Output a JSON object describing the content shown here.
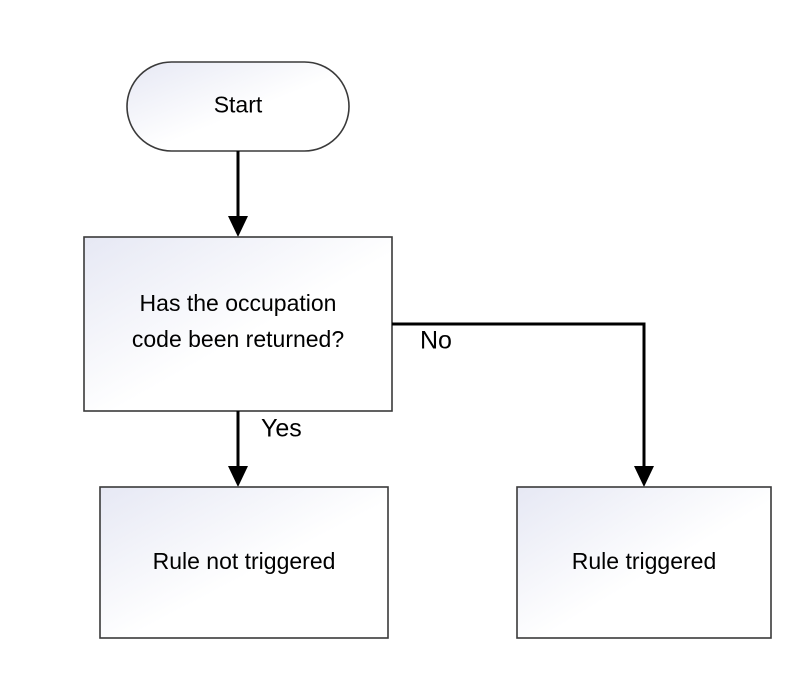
{
  "diagram": {
    "type": "flowchart",
    "nodes": {
      "start": {
        "label": "Start",
        "shape": "terminator"
      },
      "decision": {
        "line1": "Has the occupation",
        "line2": "code been returned?",
        "shape": "process"
      },
      "not_triggered": {
        "label": "Rule not triggered",
        "shape": "process"
      },
      "triggered": {
        "label": "Rule triggered",
        "shape": "process"
      }
    },
    "edges": {
      "yes_label": "Yes",
      "no_label": "No"
    },
    "colors": {
      "box_gradient_start": "#e6e8f4",
      "box_gradient_end": "#ffffff",
      "stroke": "#3a3a3a",
      "arrow": "#000000"
    }
  }
}
